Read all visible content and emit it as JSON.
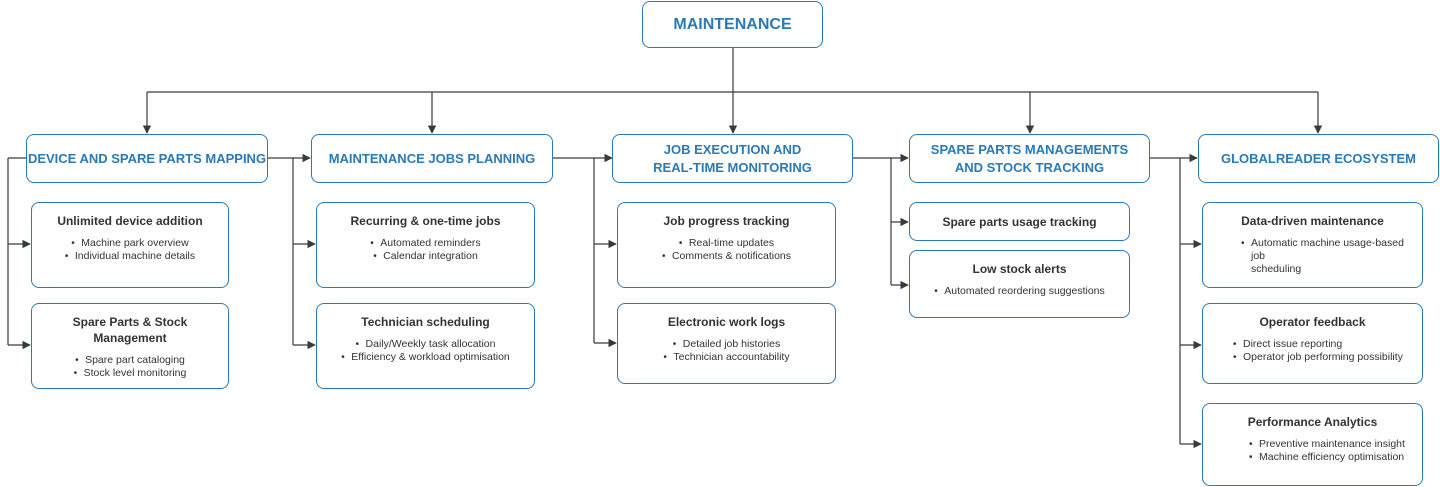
{
  "root": {
    "title": "MAINTENANCE"
  },
  "columns": [
    {
      "header": "DEVICE AND SPARE PARTS MAPPING",
      "cards": [
        {
          "title": "Unlimited device addition",
          "items": [
            "Machine park overview",
            "Individual machine details"
          ]
        },
        {
          "title": "Spare Parts & Stock Management",
          "items": [
            "Spare part cataloging",
            "Stock level monitoring"
          ]
        }
      ]
    },
    {
      "header": "MAINTENANCE JOBS PLANNING",
      "cards": [
        {
          "title": "Recurring & one-time jobs",
          "items": [
            "Automated reminders",
            "Calendar integration"
          ]
        },
        {
          "title": "Technician scheduling",
          "items": [
            "Daily/Weekly task allocation",
            "Efficiency & workload optimisation"
          ]
        }
      ]
    },
    {
      "header_line1": "JOB EXECUTION AND",
      "header_line2": "REAL-TIME MONITORING",
      "cards": [
        {
          "title": "Job progress tracking",
          "items": [
            "Real-time updates",
            "Comments & notifications"
          ]
        },
        {
          "title": "Electronic work logs",
          "items": [
            "Detailed job histories",
            "Technician accountability"
          ]
        }
      ]
    },
    {
      "header_line1": "SPARE PARTS MANAGEMENTS",
      "header_line2": "AND STOCK TRACKING",
      "cards": [
        {
          "title": "Spare parts usage tracking",
          "items": []
        },
        {
          "title": "Low stock alerts",
          "items": [
            "Automated reordering suggestions"
          ]
        }
      ]
    },
    {
      "header": "GLOBALREADER ECOSYSTEM",
      "cards": [
        {
          "title": "Data-driven maintenance",
          "items": [
            "Automatic machine  usage-based job",
            "scheduling"
          ]
        },
        {
          "title": "Operator feedback",
          "items": [
            "Direct issue reporting",
            "Operator job performing possibility"
          ]
        },
        {
          "title": "Performance Analytics",
          "items": [
            "Preventive maintenance insight",
            "Machine efficiency optimisation"
          ]
        }
      ]
    }
  ],
  "colors": {
    "accent": "#2a79b8",
    "line": "#3a3a3a",
    "text": "#333333"
  }
}
